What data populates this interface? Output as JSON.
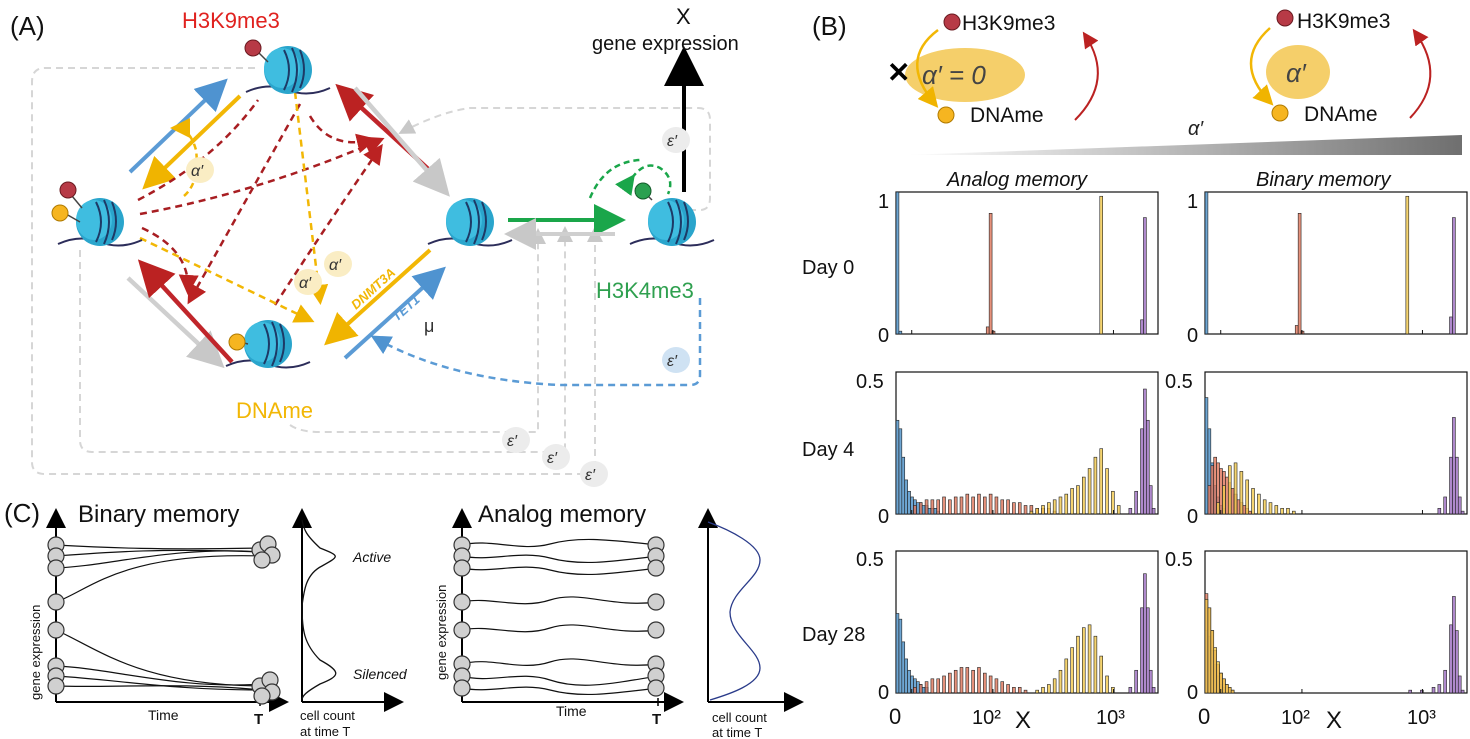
{
  "panels": {
    "a": "(A)",
    "b": "(B)",
    "c": "(C)"
  },
  "panel_a": {
    "h3k9me3": "H3K9me3",
    "dname": "DNAme",
    "h3k4me3": "H3K4me3",
    "x": "X",
    "gene_expression": "gene expression",
    "alpha": "α′",
    "epsilon": "ε′",
    "mu": "μ",
    "dnmt3a": "DNMT3A",
    "tet1": "TET1"
  },
  "panel_b": {
    "h3k9me3": "H3K9me3",
    "dname": "DNAme",
    "alpha_zero": "α′ = 0",
    "alpha": "α′",
    "cross": "✕",
    "col_left": "Analog memory",
    "col_right": "Binary memory",
    "days": [
      "Day 0",
      "Day 4",
      "Day 28"
    ],
    "x_axis_label": "X",
    "tick_0": "0",
    "tick_1e2": "10²",
    "tick_1e3": "10³",
    "ylabels": {
      "d0_top": "1",
      "d0_bot": "0",
      "d4_top": "0.5",
      "d4_bot": "0",
      "d28_top": "0.5",
      "d28_bot": "0"
    },
    "colors": {
      "blue": "#4a90c8",
      "red": "#e0765a",
      "yellow": "#f2c94c",
      "purple": "#9b6bbf"
    }
  },
  "panel_c": {
    "binary_title": "Binary memory",
    "analog_title": "Analog memory",
    "ylabel": "gene expression",
    "time": "Time",
    "t": "T",
    "cell_count": "cell count",
    "at_time": "at time T",
    "active": "Active",
    "silenced": "Silenced"
  },
  "chart_data": [
    {
      "type": "bar",
      "panel": "Analog memory, Day 0",
      "ylim": [
        0,
        1
      ],
      "series": [
        {
          "color": "blue",
          "bins": [
            [
              0,
              1.0
            ],
            [
              1,
              0.02
            ]
          ]
        },
        {
          "color": "red",
          "bins": [
            [
              31,
              0.05
            ],
            [
              32,
              0.85
            ],
            [
              33,
              0.02
            ]
          ]
        },
        {
          "color": "yellow",
          "bins": [
            [
              70,
              0.97
            ]
          ]
        },
        {
          "color": "purple",
          "bins": [
            [
              84,
              0.1
            ],
            [
              85,
              0.82
            ]
          ]
        }
      ]
    },
    {
      "type": "bar",
      "panel": "Binary memory, Day 0",
      "ylim": [
        0,
        1
      ],
      "series": [
        {
          "color": "blue",
          "bins": [
            [
              0,
              1.0
            ]
          ]
        },
        {
          "color": "red",
          "bins": [
            [
              31,
              0.06
            ],
            [
              32,
              0.85
            ],
            [
              33,
              0.02
            ]
          ]
        },
        {
          "color": "yellow",
          "bins": [
            [
              69,
              0.97
            ]
          ]
        },
        {
          "color": "purple",
          "bins": [
            [
              84,
              0.12
            ],
            [
              85,
              0.82
            ]
          ]
        }
      ]
    },
    {
      "type": "bar",
      "panel": "Analog memory, Day 4",
      "ylim": [
        0,
        0.5
      ],
      "series": [
        {
          "color": "blue",
          "bins": [
            [
              0,
              0.33
            ],
            [
              1,
              0.3
            ],
            [
              2,
              0.2
            ],
            [
              3,
              0.12
            ],
            [
              4,
              0.08
            ],
            [
              5,
              0.06
            ],
            [
              6,
              0.05
            ],
            [
              7,
              0.04
            ],
            [
              8,
              0.04
            ],
            [
              9,
              0.03
            ],
            [
              10,
              0.03
            ],
            [
              11,
              0.02
            ],
            [
              12,
              0.02
            ],
            [
              13,
              0.02
            ],
            [
              14,
              0.01
            ]
          ]
        },
        {
          "color": "red",
          "bins": [
            [
              6,
              0.03
            ],
            [
              8,
              0.04
            ],
            [
              10,
              0.05
            ],
            [
              12,
              0.05
            ],
            [
              14,
              0.05
            ],
            [
              16,
              0.06
            ],
            [
              18,
              0.05
            ],
            [
              20,
              0.06
            ],
            [
              22,
              0.06
            ],
            [
              24,
              0.07
            ],
            [
              26,
              0.06
            ],
            [
              28,
              0.07
            ],
            [
              30,
              0.06
            ],
            [
              32,
              0.07
            ],
            [
              34,
              0.06
            ],
            [
              36,
              0.05
            ],
            [
              38,
              0.05
            ],
            [
              40,
              0.04
            ],
            [
              42,
              0.04
            ],
            [
              44,
              0.03
            ],
            [
              46,
              0.03
            ],
            [
              48,
              0.02
            ],
            [
              50,
              0.02
            ],
            [
              52,
              0.02
            ],
            [
              54,
              0.01
            ]
          ]
        },
        {
          "color": "yellow",
          "bins": [
            [
              46,
              0.01
            ],
            [
              48,
              0.02
            ],
            [
              50,
              0.03
            ],
            [
              52,
              0.04
            ],
            [
              54,
              0.05
            ],
            [
              56,
              0.06
            ],
            [
              58,
              0.07
            ],
            [
              60,
              0.09
            ],
            [
              62,
              0.1
            ],
            [
              64,
              0.13
            ],
            [
              66,
              0.16
            ],
            [
              68,
              0.2
            ],
            [
              70,
              0.23
            ],
            [
              72,
              0.16
            ],
            [
              74,
              0.08
            ],
            [
              76,
              0.03
            ]
          ]
        },
        {
          "color": "purple",
          "bins": [
            [
              80,
              0.02
            ],
            [
              82,
              0.08
            ],
            [
              84,
              0.3
            ],
            [
              85,
              0.44
            ],
            [
              86,
              0.33
            ],
            [
              87,
              0.1
            ],
            [
              88,
              0.02
            ]
          ]
        }
      ]
    },
    {
      "type": "bar",
      "panel": "Binary memory, Day 4",
      "ylim": [
        0,
        0.5
      ],
      "series": [
        {
          "color": "blue",
          "bins": [
            [
              0,
              0.41
            ],
            [
              1,
              0.3
            ],
            [
              2,
              0.18
            ],
            [
              3,
              0.1
            ],
            [
              4,
              0.06
            ],
            [
              5,
              0.03
            ],
            [
              6,
              0.02
            ]
          ]
        },
        {
          "color": "red",
          "bins": [
            [
              1,
              0.1
            ],
            [
              2,
              0.17
            ],
            [
              3,
              0.2
            ],
            [
              4,
              0.18
            ],
            [
              5,
              0.16
            ],
            [
              6,
              0.15
            ],
            [
              7,
              0.13
            ],
            [
              8,
              0.11
            ],
            [
              9,
              0.09
            ],
            [
              10,
              0.07
            ],
            [
              11,
              0.05
            ],
            [
              12,
              0.04
            ],
            [
              13,
              0.03
            ],
            [
              14,
              0.02
            ],
            [
              15,
              0.01
            ]
          ]
        },
        {
          "color": "yellow",
          "bins": [
            [
              4,
              0.04
            ],
            [
              6,
              0.1
            ],
            [
              8,
              0.17
            ],
            [
              10,
              0.18
            ],
            [
              12,
              0.15
            ],
            [
              14,
              0.12
            ],
            [
              16,
              0.09
            ],
            [
              18,
              0.07
            ],
            [
              20,
              0.05
            ],
            [
              22,
              0.04
            ],
            [
              24,
              0.03
            ],
            [
              26,
              0.02
            ],
            [
              28,
              0.02
            ],
            [
              30,
              0.01
            ]
          ]
        },
        {
          "color": "purple",
          "bins": [
            [
              80,
              0.02
            ],
            [
              82,
              0.06
            ],
            [
              84,
              0.2
            ],
            [
              85,
              0.34
            ],
            [
              86,
              0.2
            ],
            [
              87,
              0.06
            ],
            [
              88,
              0.01
            ]
          ]
        }
      ]
    },
    {
      "type": "bar",
      "panel": "Analog memory, Day 28",
      "ylim": [
        0,
        0.5
      ],
      "series": [
        {
          "color": "blue",
          "bins": [
            [
              0,
              0.28
            ],
            [
              1,
              0.26
            ],
            [
              2,
              0.18
            ],
            [
              3,
              0.12
            ],
            [
              4,
              0.08
            ],
            [
              5,
              0.06
            ],
            [
              6,
              0.05
            ],
            [
              7,
              0.04
            ],
            [
              8,
              0.03
            ],
            [
              9,
              0.02
            ],
            [
              10,
              0.02
            ]
          ]
        },
        {
          "color": "red",
          "bins": [
            [
              6,
              0.02
            ],
            [
              8,
              0.03
            ],
            [
              10,
              0.04
            ],
            [
              12,
              0.05
            ],
            [
              14,
              0.05
            ],
            [
              16,
              0.06
            ],
            [
              18,
              0.07
            ],
            [
              20,
              0.08
            ],
            [
              22,
              0.09
            ],
            [
              24,
              0.09
            ],
            [
              26,
              0.08
            ],
            [
              28,
              0.09
            ],
            [
              30,
              0.07
            ],
            [
              32,
              0.06
            ],
            [
              34,
              0.05
            ],
            [
              36,
              0.04
            ],
            [
              38,
              0.03
            ],
            [
              40,
              0.02
            ],
            [
              42,
              0.02
            ],
            [
              44,
              0.01
            ]
          ]
        },
        {
          "color": "yellow",
          "bins": [
            [
              48,
              0.01
            ],
            [
              50,
              0.02
            ],
            [
              52,
              0.03
            ],
            [
              54,
              0.05
            ],
            [
              56,
              0.08
            ],
            [
              58,
              0.12
            ],
            [
              60,
              0.16
            ],
            [
              62,
              0.2
            ],
            [
              64,
              0.23
            ],
            [
              66,
              0.24
            ],
            [
              68,
              0.2
            ],
            [
              70,
              0.13
            ],
            [
              72,
              0.06
            ],
            [
              74,
              0.02
            ]
          ]
        },
        {
          "color": "purple",
          "bins": [
            [
              80,
              0.02
            ],
            [
              82,
              0.08
            ],
            [
              84,
              0.3
            ],
            [
              85,
              0.42
            ],
            [
              86,
              0.3
            ],
            [
              87,
              0.08
            ],
            [
              88,
              0.02
            ]
          ]
        }
      ]
    },
    {
      "type": "bar",
      "panel": "Binary memory, Day 28",
      "ylim": [
        0,
        0.5
      ],
      "series": [
        {
          "color": "blue",
          "bins": [
            [
              0,
              0.22
            ],
            [
              1,
              0.2
            ],
            [
              2,
              0.15
            ],
            [
              3,
              0.1
            ],
            [
              4,
              0.06
            ],
            [
              5,
              0.03
            ],
            [
              6,
              0.02
            ]
          ]
        },
        {
          "color": "red",
          "bins": [
            [
              0,
              0.35
            ],
            [
              1,
              0.3
            ],
            [
              2,
              0.22
            ],
            [
              3,
              0.15
            ],
            [
              4,
              0.1
            ],
            [
              5,
              0.07
            ],
            [
              6,
              0.05
            ],
            [
              7,
              0.03
            ],
            [
              8,
              0.02
            ],
            [
              9,
              0.01
            ]
          ]
        },
        {
          "color": "yellow",
          "bins": [
            [
              0,
              0.33
            ],
            [
              1,
              0.3
            ],
            [
              2,
              0.22
            ],
            [
              3,
              0.16
            ],
            [
              4,
              0.11
            ],
            [
              5,
              0.07
            ],
            [
              6,
              0.05
            ],
            [
              7,
              0.03
            ],
            [
              8,
              0.02
            ],
            [
              9,
              0.01
            ]
          ]
        },
        {
          "color": "purple",
          "bins": [
            [
              70,
              0.01
            ],
            [
              74,
              0.01
            ],
            [
              78,
              0.02
            ],
            [
              80,
              0.03
            ],
            [
              82,
              0.08
            ],
            [
              84,
              0.24
            ],
            [
              85,
              0.34
            ],
            [
              86,
              0.22
            ],
            [
              87,
              0.06
            ],
            [
              88,
              0.01
            ]
          ]
        }
      ]
    }
  ]
}
